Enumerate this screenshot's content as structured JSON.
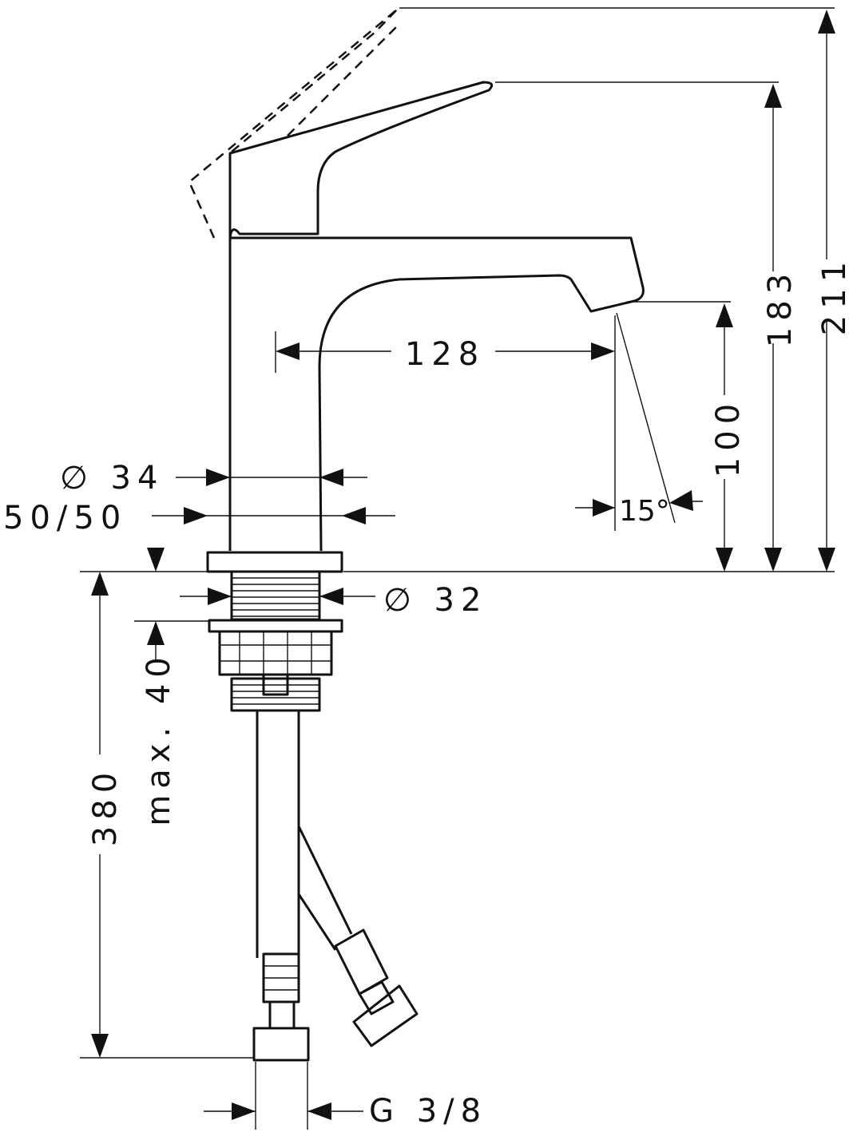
{
  "dimensions": {
    "height_total": "211",
    "height_lever": "183",
    "spout_reach": "128",
    "spout_height": "100",
    "body_diameter": "∅ 34",
    "cartridge": "50/50",
    "thread_diameter": "∅ 32",
    "angle": "15°",
    "max_thickness": "max. 40",
    "hose_length": "380",
    "connection": "G 3/8"
  }
}
